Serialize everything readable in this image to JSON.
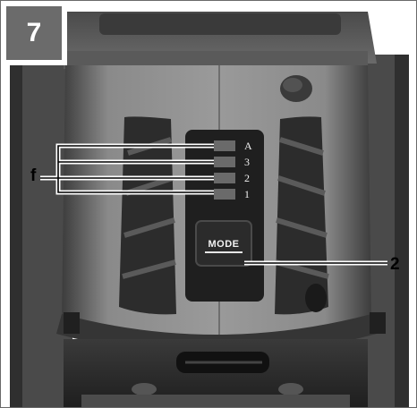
{
  "figure": {
    "step_number": "7",
    "callouts": {
      "led_group": "f",
      "mode_button": "2"
    },
    "device": {
      "mode_button_label": "MODE",
      "led_labels": [
        "A",
        "3",
        "2",
        "1"
      ]
    }
  }
}
